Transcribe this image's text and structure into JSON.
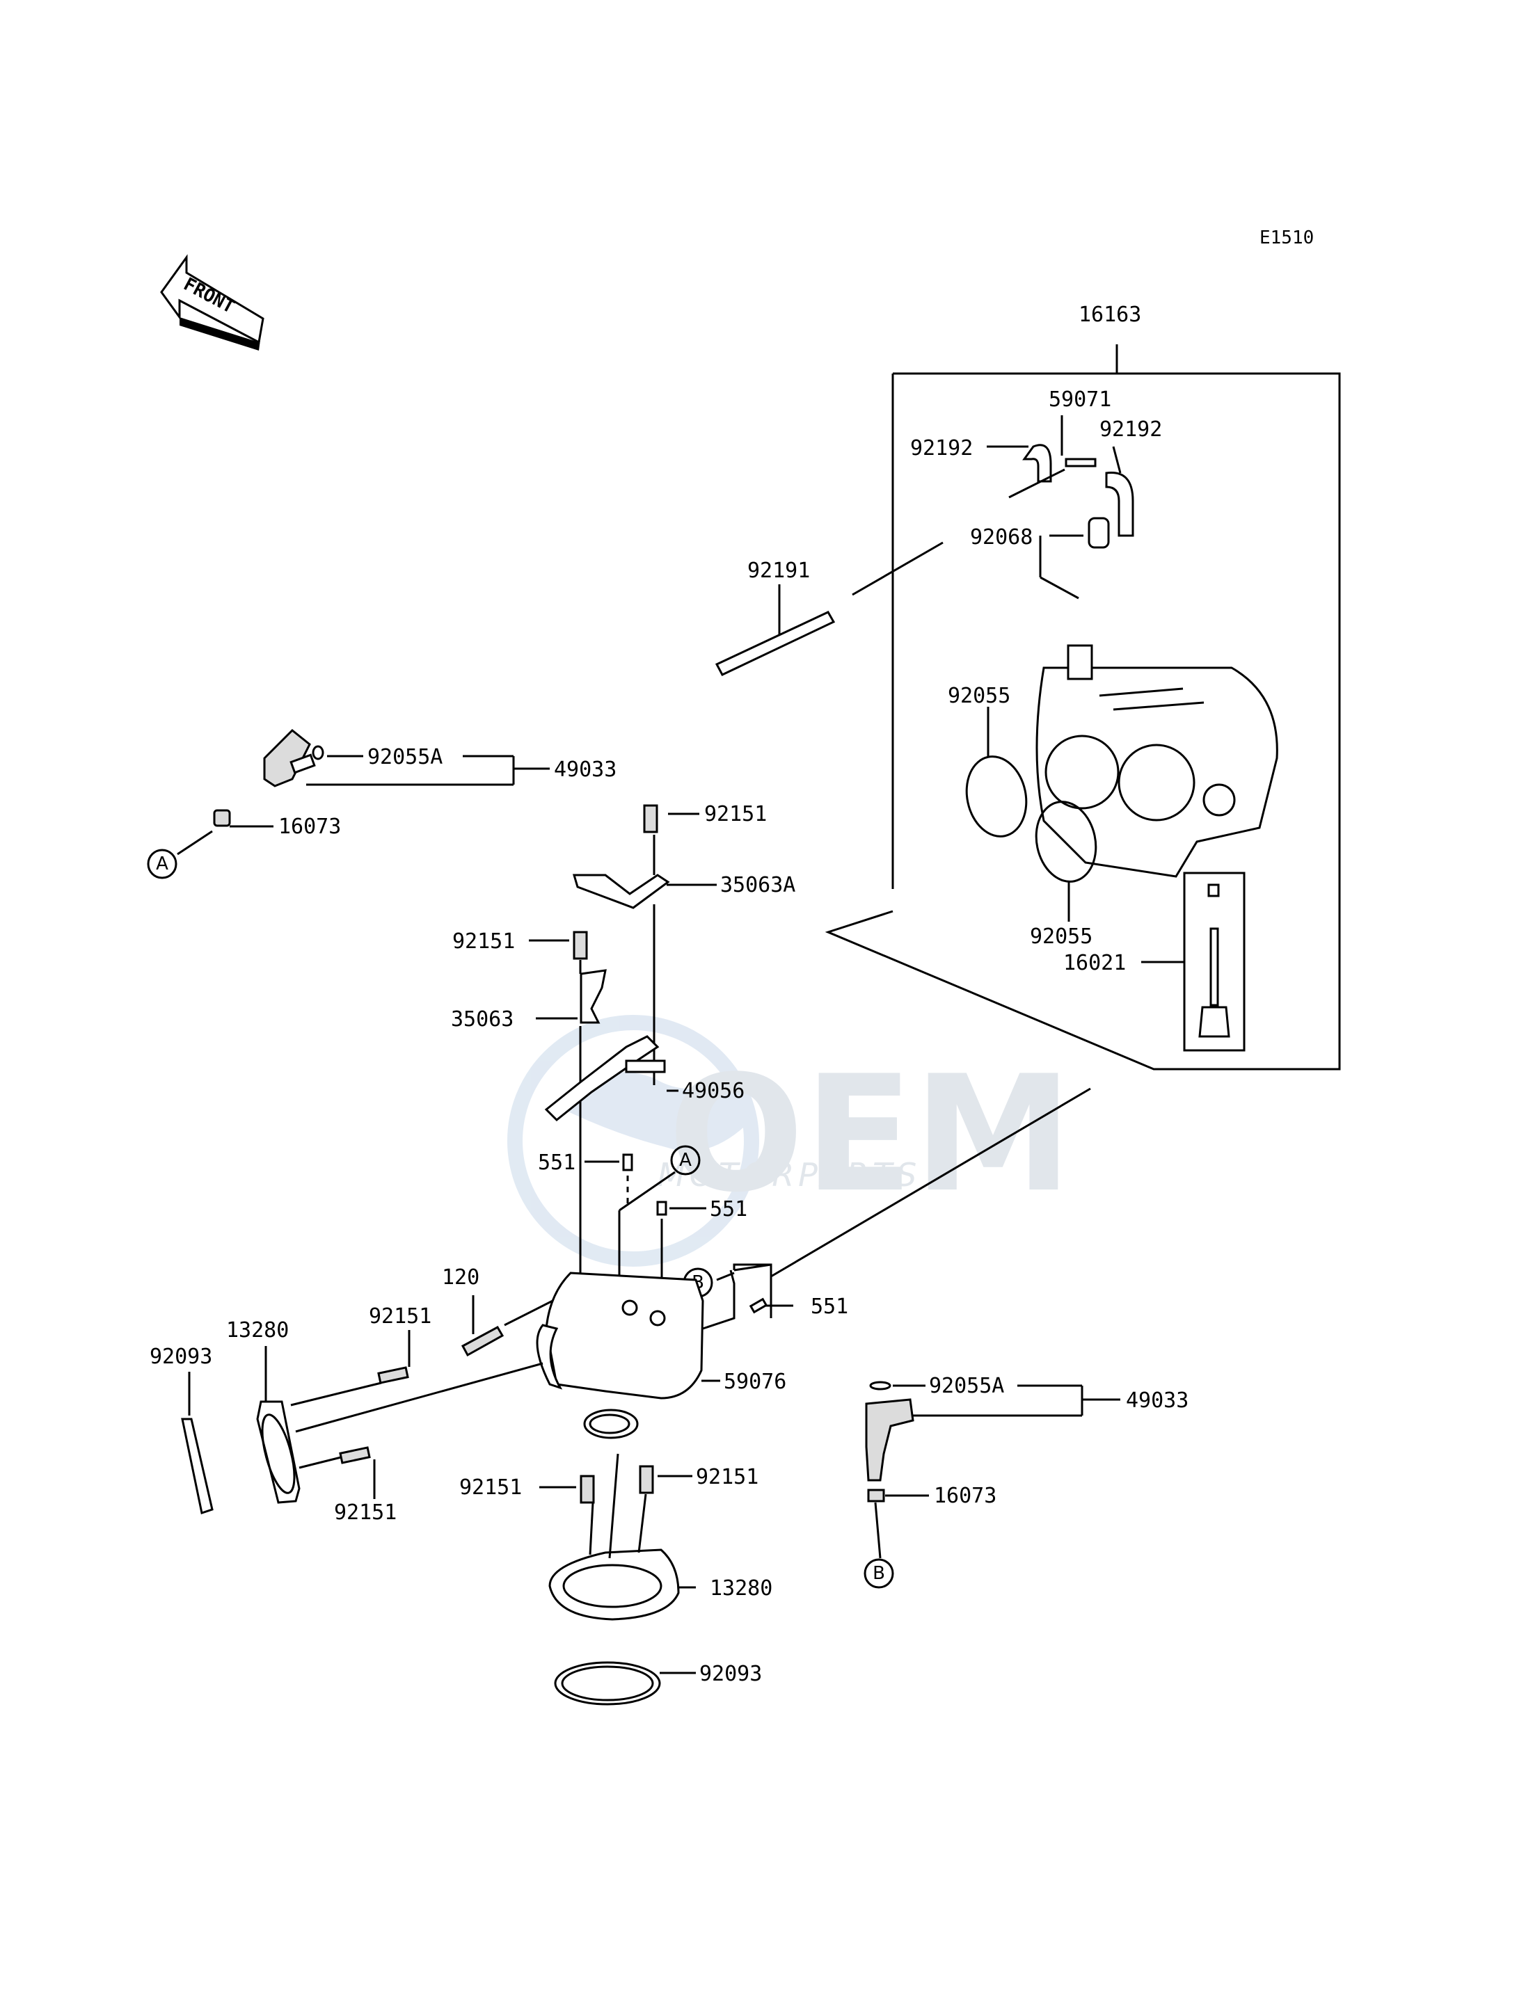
{
  "diagram_code": "E1510",
  "front_label": "FRONT",
  "watermark": {
    "main": "OEM",
    "sub": "MOTORPARTS"
  },
  "refs": {
    "a": "A",
    "b": "B"
  },
  "labels": {
    "l16163": "16163",
    "l59071": "59071",
    "l92192_a": "92192",
    "l92192_b": "92192",
    "l92068": "92068",
    "l92191": "92191",
    "l92055_a": "92055",
    "l92055_b": "92055",
    "l16021": "16021",
    "l92055A_a": "92055A",
    "l49033_a": "49033",
    "l16073_a": "16073",
    "l92151_a": "92151",
    "l35063A": "35063A",
    "l92151_b": "92151",
    "l35063": "35063",
    "l49056": "49056",
    "l551_a": "551",
    "l551_b": "551",
    "l551_c": "551",
    "l120": "120",
    "l92151_c": "92151",
    "l13280_a": "13280",
    "l92093_a": "92093",
    "l59076": "59076",
    "l92151_d": "92151",
    "l92151_e": "92151",
    "l92151_f": "92151",
    "l13280_b": "13280",
    "l92093_b": "92093",
    "l92055A_b": "92055A",
    "l49033_b": "49033",
    "l16073_b": "16073"
  }
}
